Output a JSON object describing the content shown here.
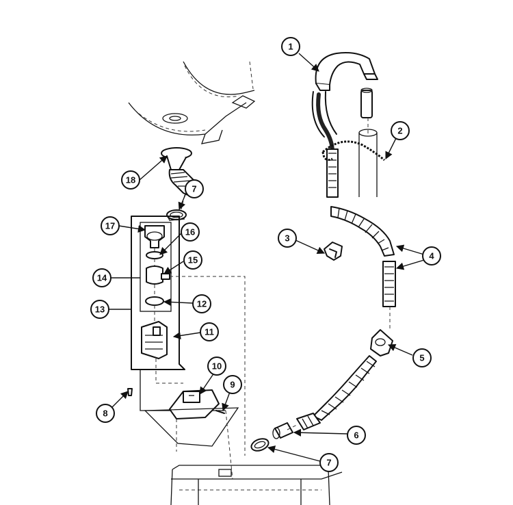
{
  "callouts": [
    "1",
    "2",
    "3",
    "4",
    "5",
    "6",
    "7",
    "7",
    "8",
    "9",
    "10",
    "11",
    "12",
    "13",
    "14",
    "15",
    "16",
    "17",
    "18"
  ],
  "colors": {
    "line": "#111111",
    "background": "#ffffff"
  }
}
